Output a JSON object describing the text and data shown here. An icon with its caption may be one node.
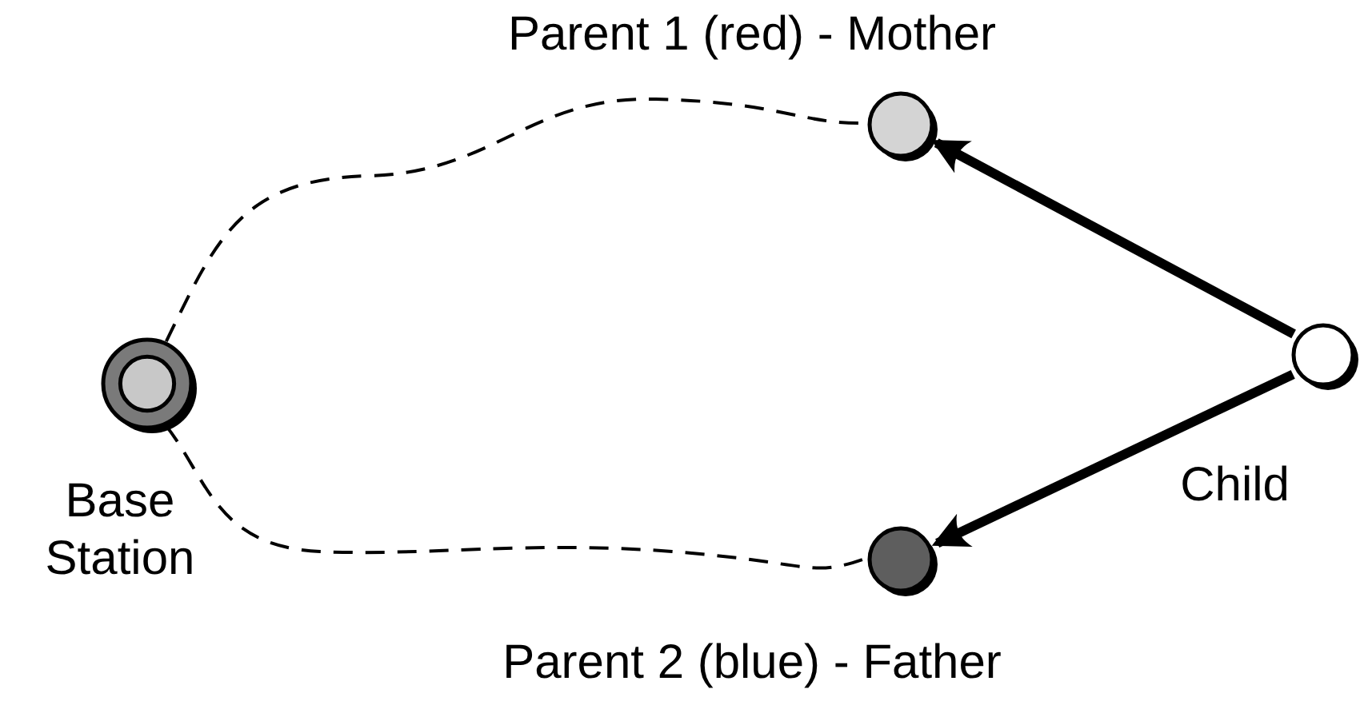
{
  "diagram": {
    "nodes": [
      {
        "text": [
          "Base Station"
        ]
      },
      {
        "text": [
          "Parent 1 (red) - Mother"
        ]
      },
      {
        "text": [
          "Parent 2 (blue) - Father"
        ]
      },
      {
        "text": [
          "Child"
        ]
      }
    ],
    "edges": [
      {
        "from": 0,
        "to": 1,
        "arrow": "none",
        "style": "dashed"
      },
      {
        "from": 0,
        "to": 2,
        "arrow": "none",
        "style": "dashed"
      },
      {
        "from": 3,
        "to": 1,
        "arrow": "to",
        "style": "thick"
      },
      {
        "from": 3,
        "to": 2,
        "arrow": "to",
        "style": "thick"
      }
    ]
  }
}
